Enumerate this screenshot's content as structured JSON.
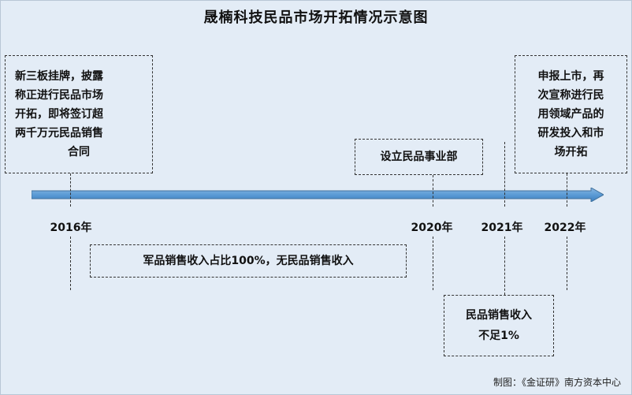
{
  "title": "晟楠科技民品市场开拓情况示意图",
  "events": {
    "e2016_top": {
      "lines": [
        "新三板挂牌，披露",
        "称正进行民品市场",
        "开拓，即将签订超",
        "两千万元民品销售"
      ],
      "last_line": "合同"
    },
    "e2020_top": "设立民品事业部",
    "e2022_top": [
      "申报上市，再",
      "次宣称进行民",
      "用领域产品的",
      "研发投入和市",
      "场开拓"
    ],
    "e2016_2020_bottom": "军品销售收入占比100%，无民品销售收入",
    "e2021_bottom": [
      "民品销售收入",
      "不足1%"
    ]
  },
  "years": [
    "2016年",
    "2020年",
    "2021年",
    "2022年"
  ],
  "source": "制图：《金证研》南方资本中心",
  "colors": {
    "background": "#e3ecf6",
    "arrow": "#5b9bd5",
    "arrow_stroke": "#41719c"
  }
}
